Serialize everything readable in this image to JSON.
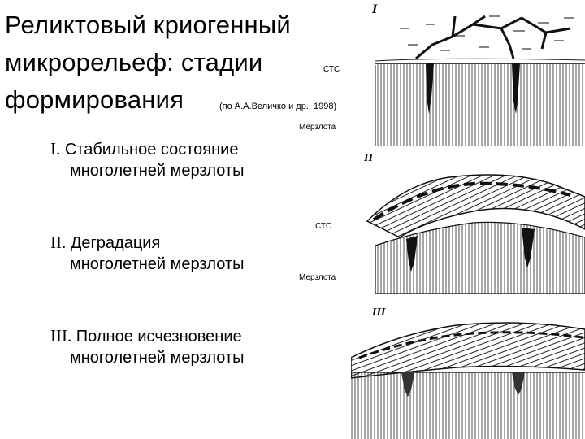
{
  "title": {
    "line1": "Реликтовый криогенный",
    "line2": "микрорельеф: стадии",
    "line3": "формирования"
  },
  "source": "(по А.А.Величко и др., 1998)",
  "stages": [
    {
      "num": "I.",
      "line1": "Стабильное состояние",
      "line2": "многолетней мерзлоты"
    },
    {
      "num": "II.",
      "line1": "Деградация",
      "line2": "многолетней мерзлоты"
    },
    {
      "num": "III.",
      "line1": "Полное исчезновение",
      "line2": "многолетней мерзлоты"
    }
  ],
  "labels": {
    "stc_1": "СТС",
    "permafrost_1": "Мерзлота",
    "stc_2": "СТС",
    "permafrost_2": "Мерзлота"
  },
  "panel_marks": [
    "I",
    "II",
    "III"
  ]
}
